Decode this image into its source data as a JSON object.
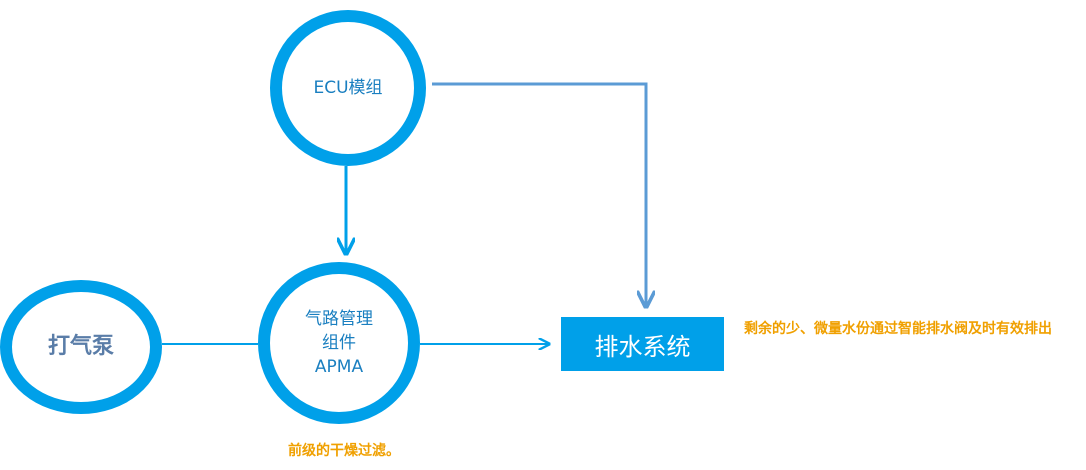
{
  "nodes": {
    "ecu": "ECU模组",
    "apma_line1": "气路管理",
    "apma_line2": "组件",
    "apma_line3": "APMA",
    "pump": "打气泵",
    "drain": "排水系统"
  },
  "notes": {
    "drain_note": "剩余的少、微量水份通过智能排水阀及时有效排出",
    "apma_note": "前级的干燥过滤。"
  },
  "colors": {
    "primary": "#00a0e9",
    "connector_light": "#5b9bd5",
    "note": "#f0a000"
  }
}
